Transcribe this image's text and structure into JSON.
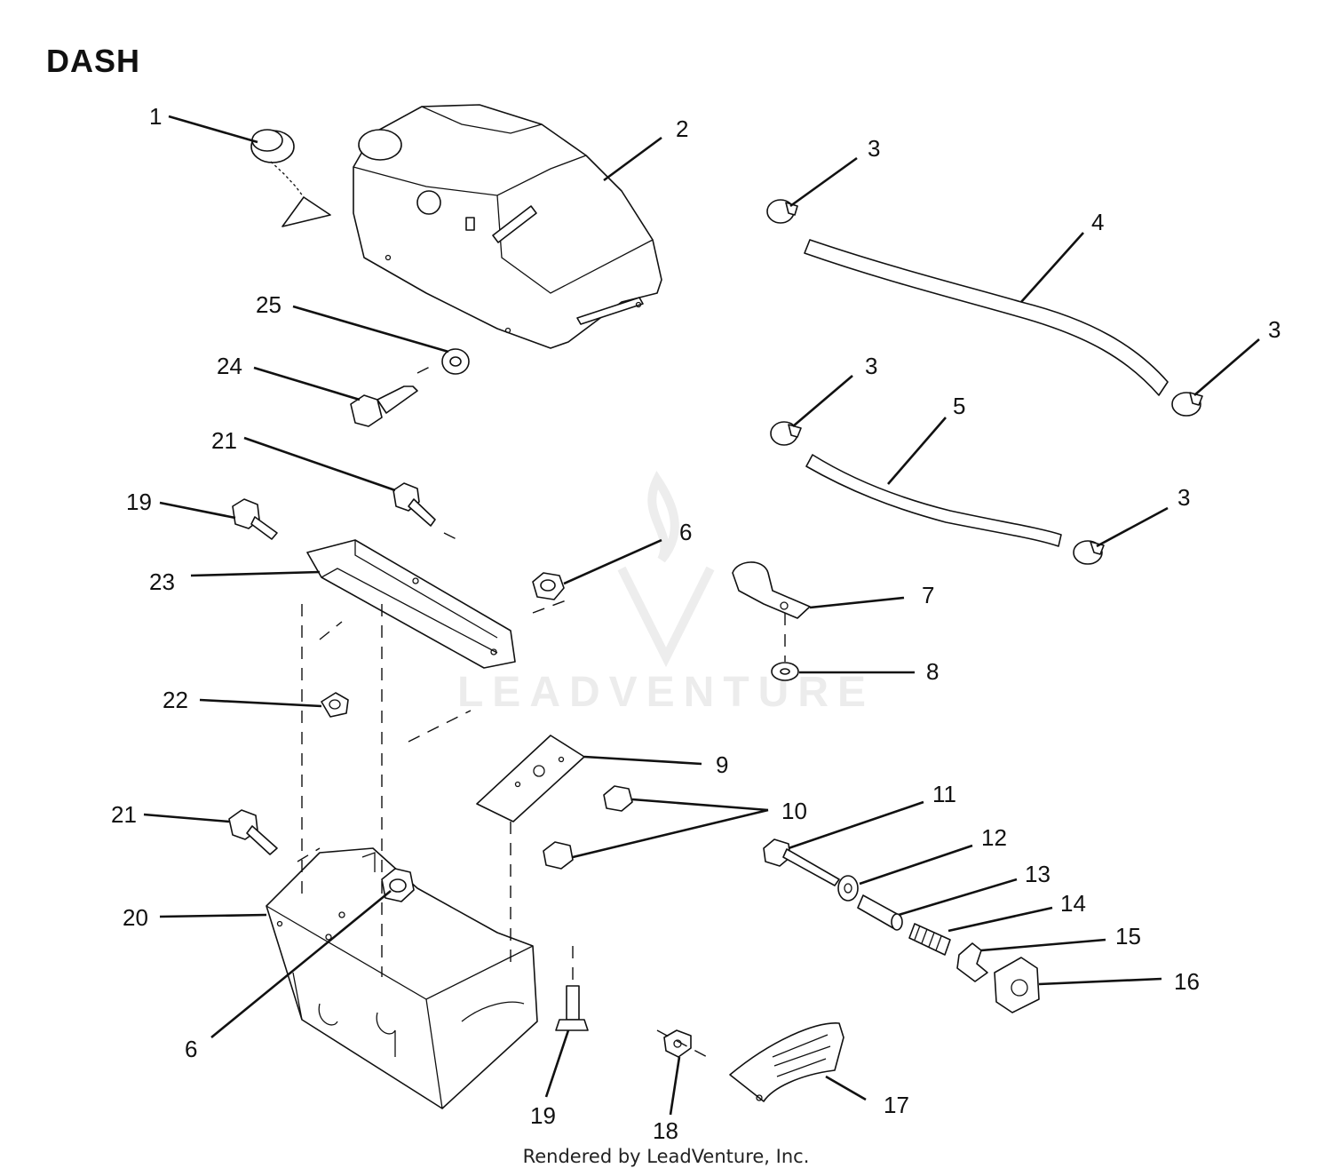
{
  "header": {
    "title": "DASH"
  },
  "footer": {
    "credit": "Rendered by LeadVenture, Inc."
  },
  "watermark": {
    "text": "LEADVENTURE"
  },
  "callouts": [
    "1",
    "2",
    "3",
    "3",
    "3",
    "3",
    "4",
    "5",
    "6",
    "6",
    "7",
    "8",
    "9",
    "10",
    "11",
    "12",
    "13",
    "14",
    "15",
    "16",
    "17",
    "18",
    "19",
    "19",
    "20",
    "21",
    "21",
    "22",
    "23",
    "24",
    "25"
  ],
  "colors": {
    "ink": "#111111",
    "watermark": "#ececec"
  }
}
